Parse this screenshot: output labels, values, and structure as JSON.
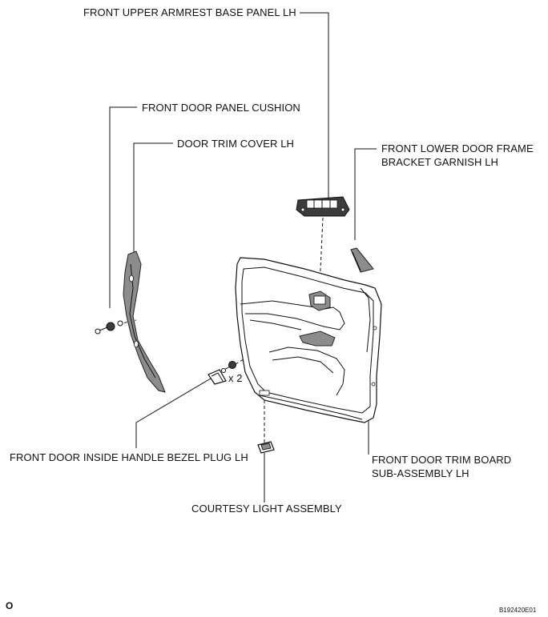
{
  "labels": {
    "upper_armrest": "FRONT UPPER ARMREST BASE PANEL LH",
    "panel_cushion": "FRONT DOOR PANEL CUSHION",
    "trim_cover": "DOOR TRIM COVER LH",
    "bracket_garnish_line1": "FRONT LOWER DOOR FRAME",
    "bracket_garnish_line2": "BRACKET GARNISH LH",
    "bezel_plug": "FRONT DOOR INSIDE HANDLE BEZEL PLUG LH",
    "trim_board_line1": "FRONT DOOR TRIM BOARD",
    "trim_board_line2": "SUB-ASSEMBLY LH",
    "courtesy_light": "COURTESY LIGHT ASSEMBLY",
    "quantity": "x 2"
  },
  "footer": {
    "corner_mark": "O",
    "figure_code": "B192420E01"
  }
}
